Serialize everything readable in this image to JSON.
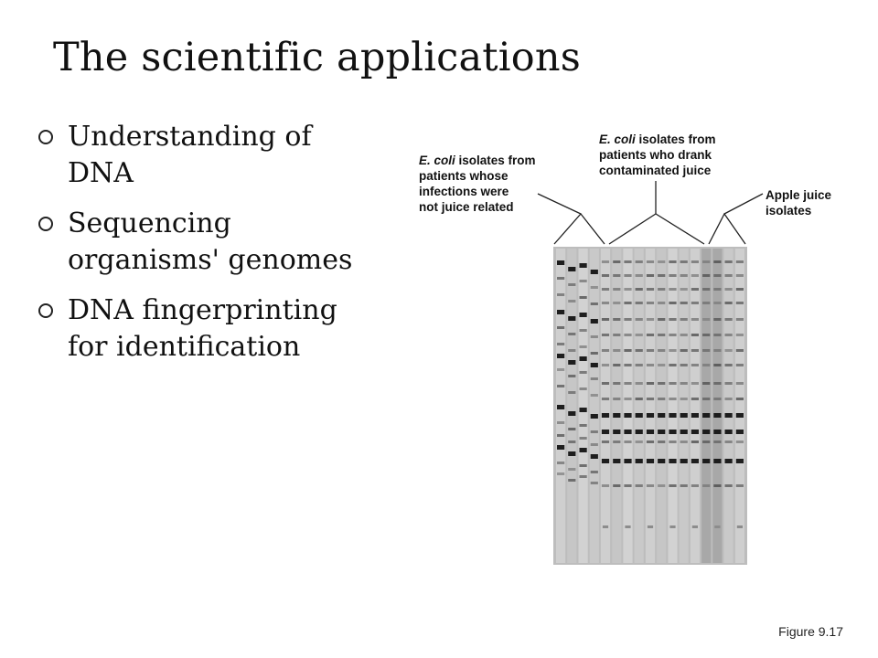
{
  "slide": {
    "title": "The scientific applications",
    "bullets": [
      {
        "lines": [
          "Understanding of",
          "DNA"
        ]
      },
      {
        "lines": [
          "Sequencing",
          "organisms' genomes"
        ]
      },
      {
        "lines": [
          "DNA fingerprinting",
          "for identification"
        ]
      }
    ]
  },
  "figure": {
    "groups": [
      {
        "lines": [
          {
            "italic": "E. coli",
            "rest": " isolates from"
          },
          {
            "italic": "",
            "rest": "patients whose"
          },
          {
            "italic": "",
            "rest": "infections were"
          },
          {
            "italic": "",
            "rest": "not juice related"
          }
        ]
      },
      {
        "lines": [
          {
            "italic": "E. coli",
            "rest": " isolates from"
          },
          {
            "italic": "",
            "rest": "patients who drank"
          },
          {
            "italic": "",
            "rest": "contaminated juice"
          }
        ]
      },
      {
        "lines": [
          {
            "italic": "",
            "rest": "Apple juice"
          },
          {
            "italic": "",
            "rest": "isolates"
          }
        ]
      }
    ],
    "gel": {
      "lane_count": 17,
      "lane_groups": [
        "not-juice-related",
        "not-juice-related",
        "not-juice-related",
        "not-juice-related",
        "drank-juice",
        "drank-juice",
        "drank-juice",
        "drank-juice",
        "drank-juice",
        "drank-juice",
        "drank-juice",
        "drank-juice",
        "drank-juice",
        "drank-juice",
        "apple-juice",
        "apple-juice",
        "apple-juice"
      ]
    },
    "caption": "Figure 9.17"
  }
}
